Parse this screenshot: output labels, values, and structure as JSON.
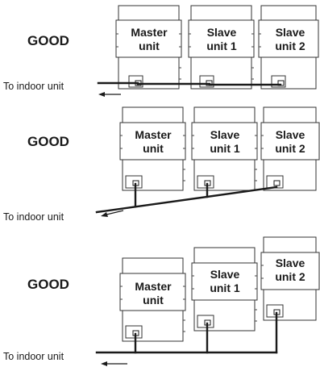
{
  "sections": [
    {
      "title": "GOOD",
      "indoor_label": "To indoor unit",
      "units": [
        {
          "line1": "Master",
          "line2": "unit"
        },
        {
          "line1": "Slave",
          "line2": "unit 1"
        },
        {
          "line1": "Slave",
          "line2": "unit 2"
        }
      ]
    },
    {
      "title": "GOOD",
      "indoor_label": "To indoor unit",
      "units": [
        {
          "line1": "Master",
          "line2": "unit"
        },
        {
          "line1": "Slave",
          "line2": "unit 1"
        },
        {
          "line1": "Slave",
          "line2": "unit 2"
        }
      ]
    },
    {
      "title": "GOOD",
      "indoor_label": "To indoor unit",
      "units": [
        {
          "line1": "Master",
          "line2": "unit"
        },
        {
          "line1": "Slave",
          "line2": "unit 1"
        },
        {
          "line1": "Slave",
          "line2": "unit 2"
        }
      ]
    }
  ]
}
